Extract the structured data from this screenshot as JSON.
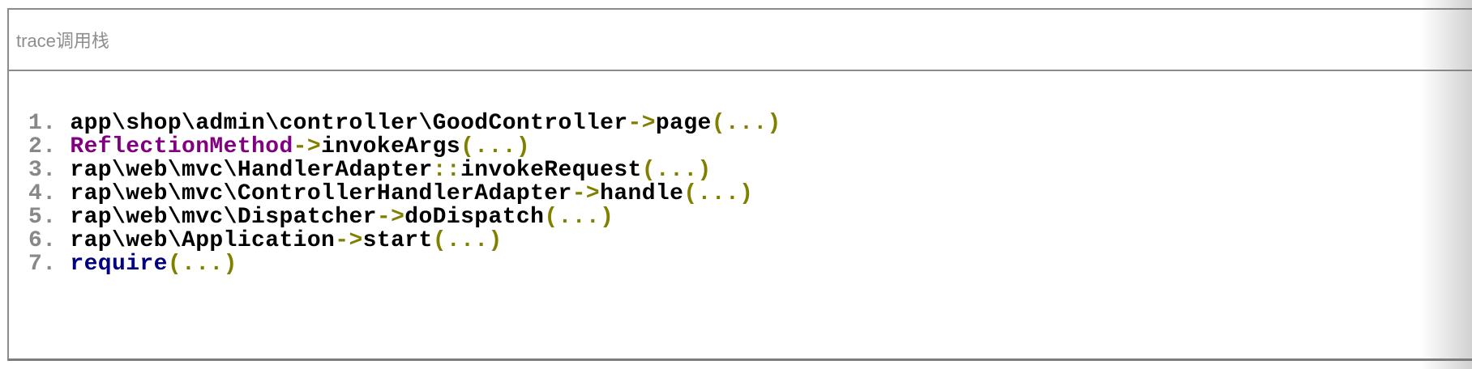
{
  "panel": {
    "title": "trace调用栈"
  },
  "colors": {
    "plain": "#000000",
    "operator": "#808000",
    "internal_class": "#800080",
    "keyword": "#000080",
    "line_number": "#888888"
  },
  "stack": {
    "frames": [
      {
        "num": "1.",
        "segments": [
          {
            "text": "app\\shop\\admin\\controller\\GoodController",
            "color": "plain"
          },
          {
            "text": "->",
            "color": "operator"
          },
          {
            "text": "page",
            "color": "plain"
          },
          {
            "text": "(...)",
            "color": "operator"
          }
        ]
      },
      {
        "num": "2.",
        "segments": [
          {
            "text": "ReflectionMethod",
            "color": "internal_class"
          },
          {
            "text": "->",
            "color": "operator"
          },
          {
            "text": "invokeArgs",
            "color": "plain"
          },
          {
            "text": "(...)",
            "color": "operator"
          }
        ]
      },
      {
        "num": "3.",
        "segments": [
          {
            "text": "rap\\web\\mvc\\HandlerAdapter",
            "color": "plain"
          },
          {
            "text": "::",
            "color": "operator"
          },
          {
            "text": "invokeRequest",
            "color": "plain"
          },
          {
            "text": "(...)",
            "color": "operator"
          }
        ]
      },
      {
        "num": "4.",
        "segments": [
          {
            "text": "rap\\web\\mvc\\ControllerHandlerAdapter",
            "color": "plain"
          },
          {
            "text": "->",
            "color": "operator"
          },
          {
            "text": "handle",
            "color": "plain"
          },
          {
            "text": "(...)",
            "color": "operator"
          }
        ]
      },
      {
        "num": "5.",
        "segments": [
          {
            "text": "rap\\web\\mvc\\Dispatcher",
            "color": "plain"
          },
          {
            "text": "->",
            "color": "operator"
          },
          {
            "text": "doDispatch",
            "color": "plain"
          },
          {
            "text": "(...)",
            "color": "operator"
          }
        ]
      },
      {
        "num": "6.",
        "segments": [
          {
            "text": "rap\\web\\Application",
            "color": "plain"
          },
          {
            "text": "->",
            "color": "operator"
          },
          {
            "text": "start",
            "color": "plain"
          },
          {
            "text": "(...)",
            "color": "operator"
          }
        ]
      },
      {
        "num": "7.",
        "segments": [
          {
            "text": "require",
            "color": "keyword"
          },
          {
            "text": "(...)",
            "color": "operator"
          }
        ]
      }
    ]
  }
}
